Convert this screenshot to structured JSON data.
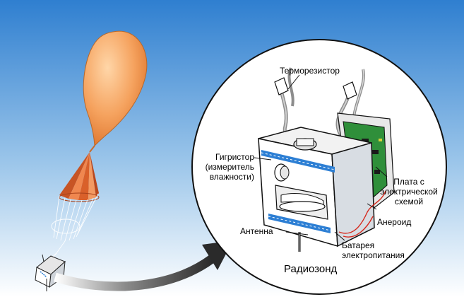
{
  "labels": {
    "thermistor": "Терморезистор",
    "hygristor": "Гигристор\n(измеритель\nвлажности)",
    "board": "Плата с\nэлектрической\nсхемой",
    "aneroid": "Анероид",
    "antenna": "Антенна",
    "battery": "Батарея\nэлектропитания",
    "caption": "Радиозонд"
  },
  "colors": {
    "sky_top": "#2f7fd0",
    "sky_bottom": "#ffffff",
    "balloon": "#f5a25e",
    "parachute": "#d9602a",
    "circle_fill": "#ffffff",
    "stripe_blue": "#2d7fd4",
    "board_green": "#2f8f3a",
    "wire_red": "#d6281c",
    "arrow_dark": "#2a2a2a"
  }
}
